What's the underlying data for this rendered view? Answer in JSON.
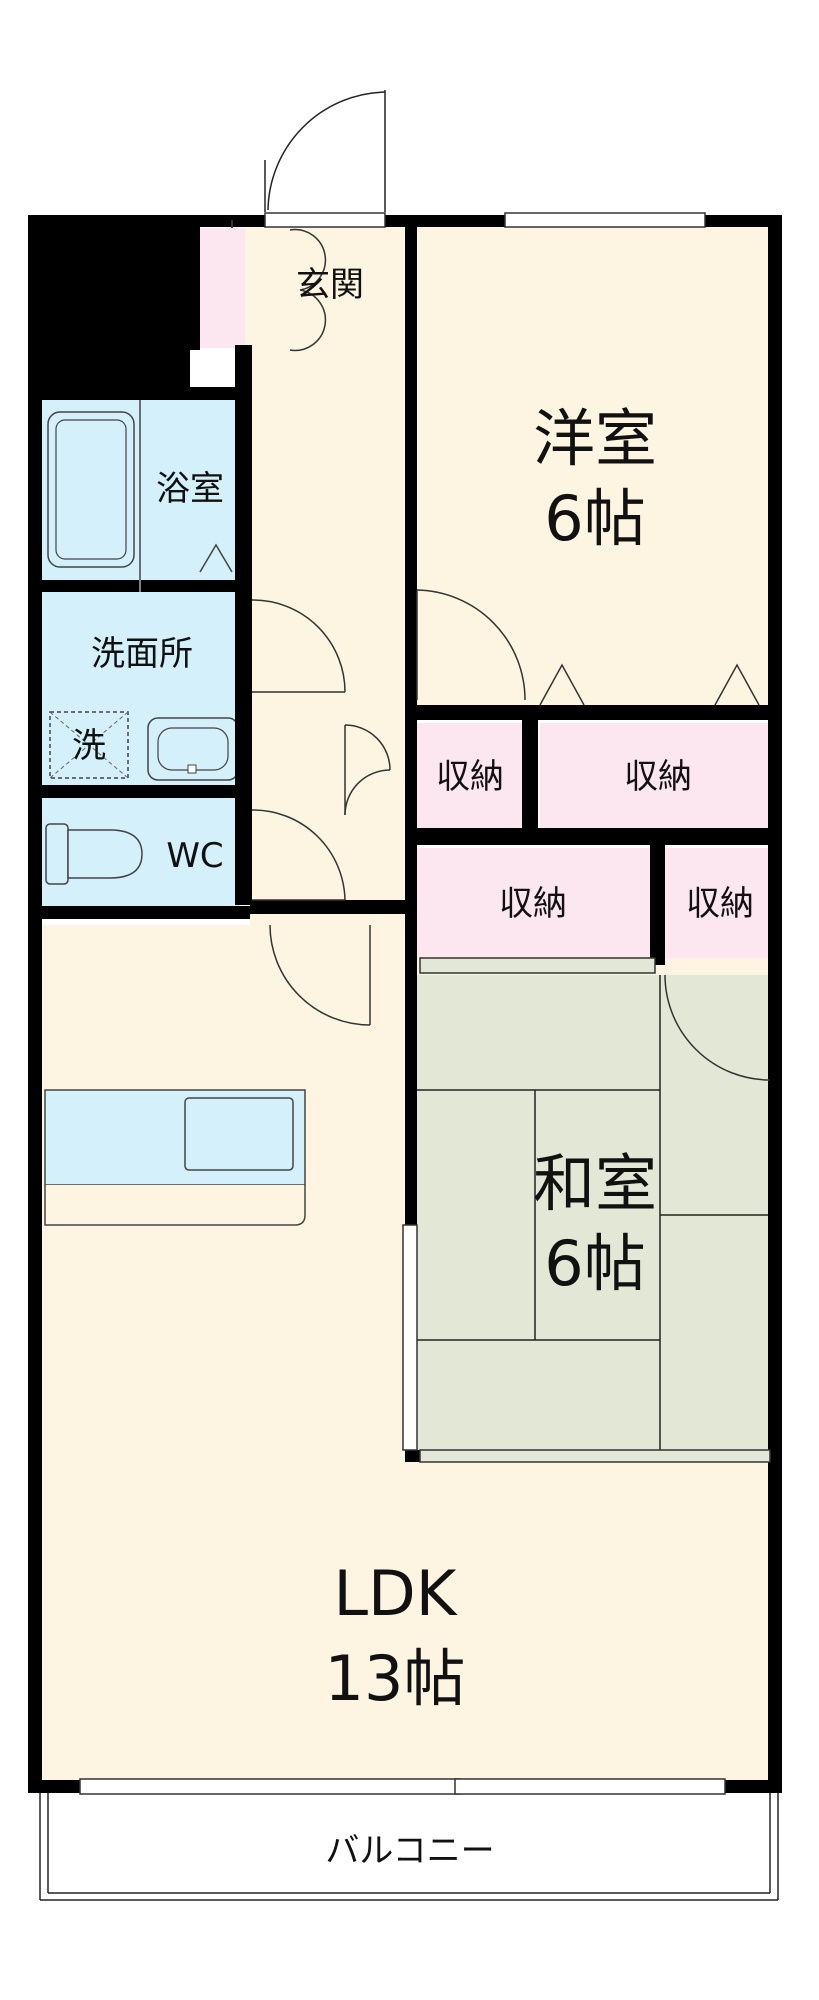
{
  "rooms": {
    "entrance": "玄関",
    "bath": "浴室",
    "washroom": "洗面所",
    "washer": "洗",
    "toilet": "WC",
    "western_name": "洋室",
    "western_size": "6帖",
    "japanese_name": "和室",
    "japanese_size": "6帖",
    "ldk_name": "LDK",
    "ldk_size": "13帖",
    "balcony": "バルコニー"
  },
  "storage": {
    "closet_1": "収納",
    "closet_2": "収納",
    "closet_3": "収納",
    "closet_4": "収納"
  },
  "colors": {
    "wall": "#000000",
    "floor_wood": "#fdf5e1",
    "wet_area": "#d4f0fb",
    "storage": "#fce6f0",
    "tatami": "#e2e8d5",
    "exterior": "#ffffff"
  }
}
